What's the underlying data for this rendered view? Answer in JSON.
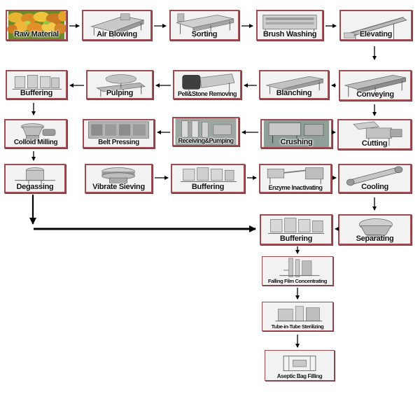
{
  "steps": {
    "raw_material": "Raw Material",
    "air_blowing": "Air Blowing",
    "sorting": "Sorting",
    "brush_washing": "Brush Washing",
    "elevating": "Elevating",
    "buffering_1": "Buffering",
    "pulping": "Pulping",
    "peel_stone_removing": "Pell&Stone Removing",
    "blanching": "Blanching",
    "conveying": "Conveying",
    "colloid_milling": "Colloid Milling",
    "belt_pressing": "Belt Pressing",
    "receiving_pumping": "Receiving&Pumping",
    "crushing": "Crushing",
    "cutting": "Cutting",
    "degassing": "Degassing",
    "vibrate_sieving": "Vibrate Sieving",
    "buffering_2": "Buffering",
    "enzyme_inactivating": "Enzyme Inactivating",
    "cooling": "Cooling",
    "buffering_3": "Buffering",
    "separating": "Separating",
    "falling_film_concentrating": "Falling Film Concentrating",
    "tube_in_tube_sterilizing": "Tube-in-Tube Sterilizing",
    "aseptic_bag_filling": "Aseptic Bag Filling"
  },
  "colors": {
    "border": "#a04a52",
    "arrow": "#000000",
    "produce": "#e0a72a"
  },
  "icons": [
    "produce-image",
    "machine-image"
  ]
}
